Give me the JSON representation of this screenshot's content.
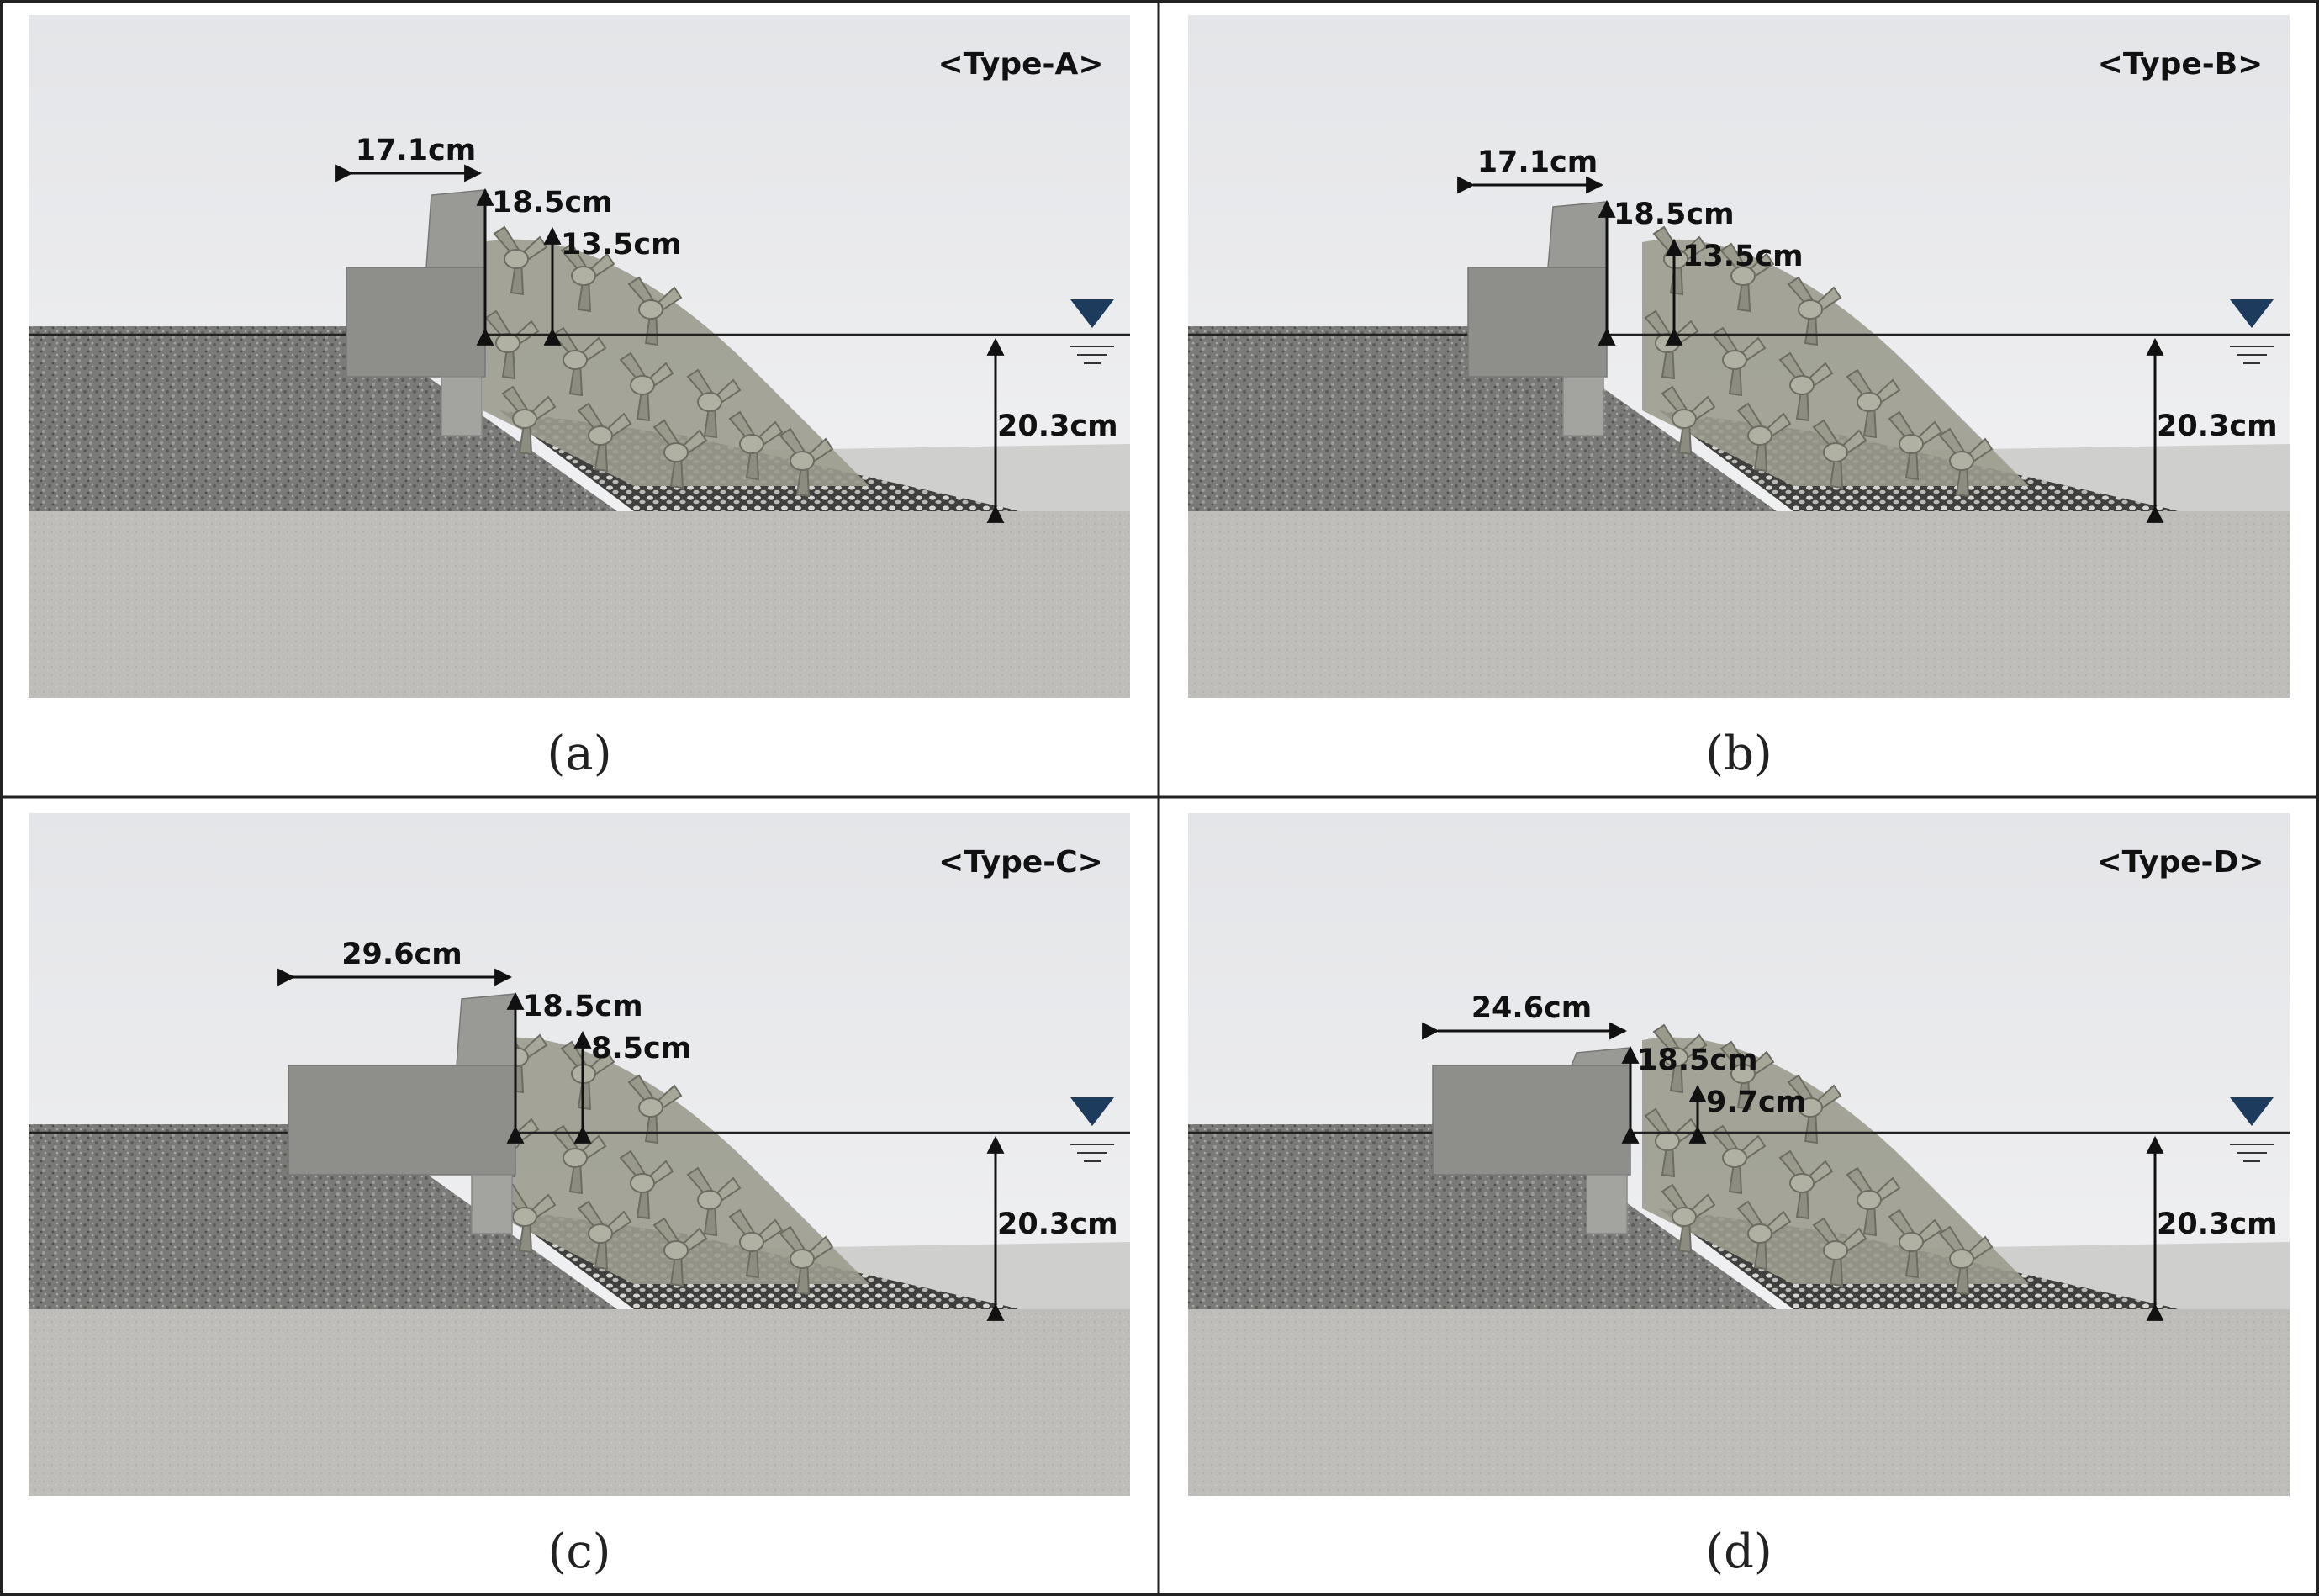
{
  "colors": {
    "sky_top": "#e6e7ea",
    "sky_bottom": "#f3f3f4",
    "ground": "#bdbcb9",
    "fill_gravel": "#7b7b79",
    "wall": "#8e8e8b",
    "armor": "#9a9a8c",
    "rubble": "#4a4a48",
    "water_marker": "#1d3b5c",
    "frame": "#222222"
  },
  "panels": [
    {
      "id": "a",
      "type_label": "<Type-A>",
      "caption": "(a)",
      "dims": {
        "crown_width": "17.1cm",
        "wall_height": "18.5cm",
        "freeboard": "13.5cm",
        "depth": "20.3cm"
      }
    },
    {
      "id": "b",
      "type_label": "<Type-B>",
      "caption": "(b)",
      "dims": {
        "crown_width": "17.1cm",
        "wall_height": "18.5cm",
        "freeboard": "13.5cm",
        "depth": "20.3cm"
      }
    },
    {
      "id": "c",
      "type_label": "<Type-C>",
      "caption": "(c)",
      "dims": {
        "crown_width": "29.6cm",
        "wall_height": "18.5cm",
        "freeboard": "8.5cm",
        "depth": "20.3cm"
      }
    },
    {
      "id": "d",
      "type_label": "<Type-D>",
      "caption": "(d)",
      "dims": {
        "crown_width": "24.6cm",
        "wall_height": "18.5cm",
        "freeboard": "9.7cm",
        "depth": "20.3cm"
      }
    }
  ]
}
